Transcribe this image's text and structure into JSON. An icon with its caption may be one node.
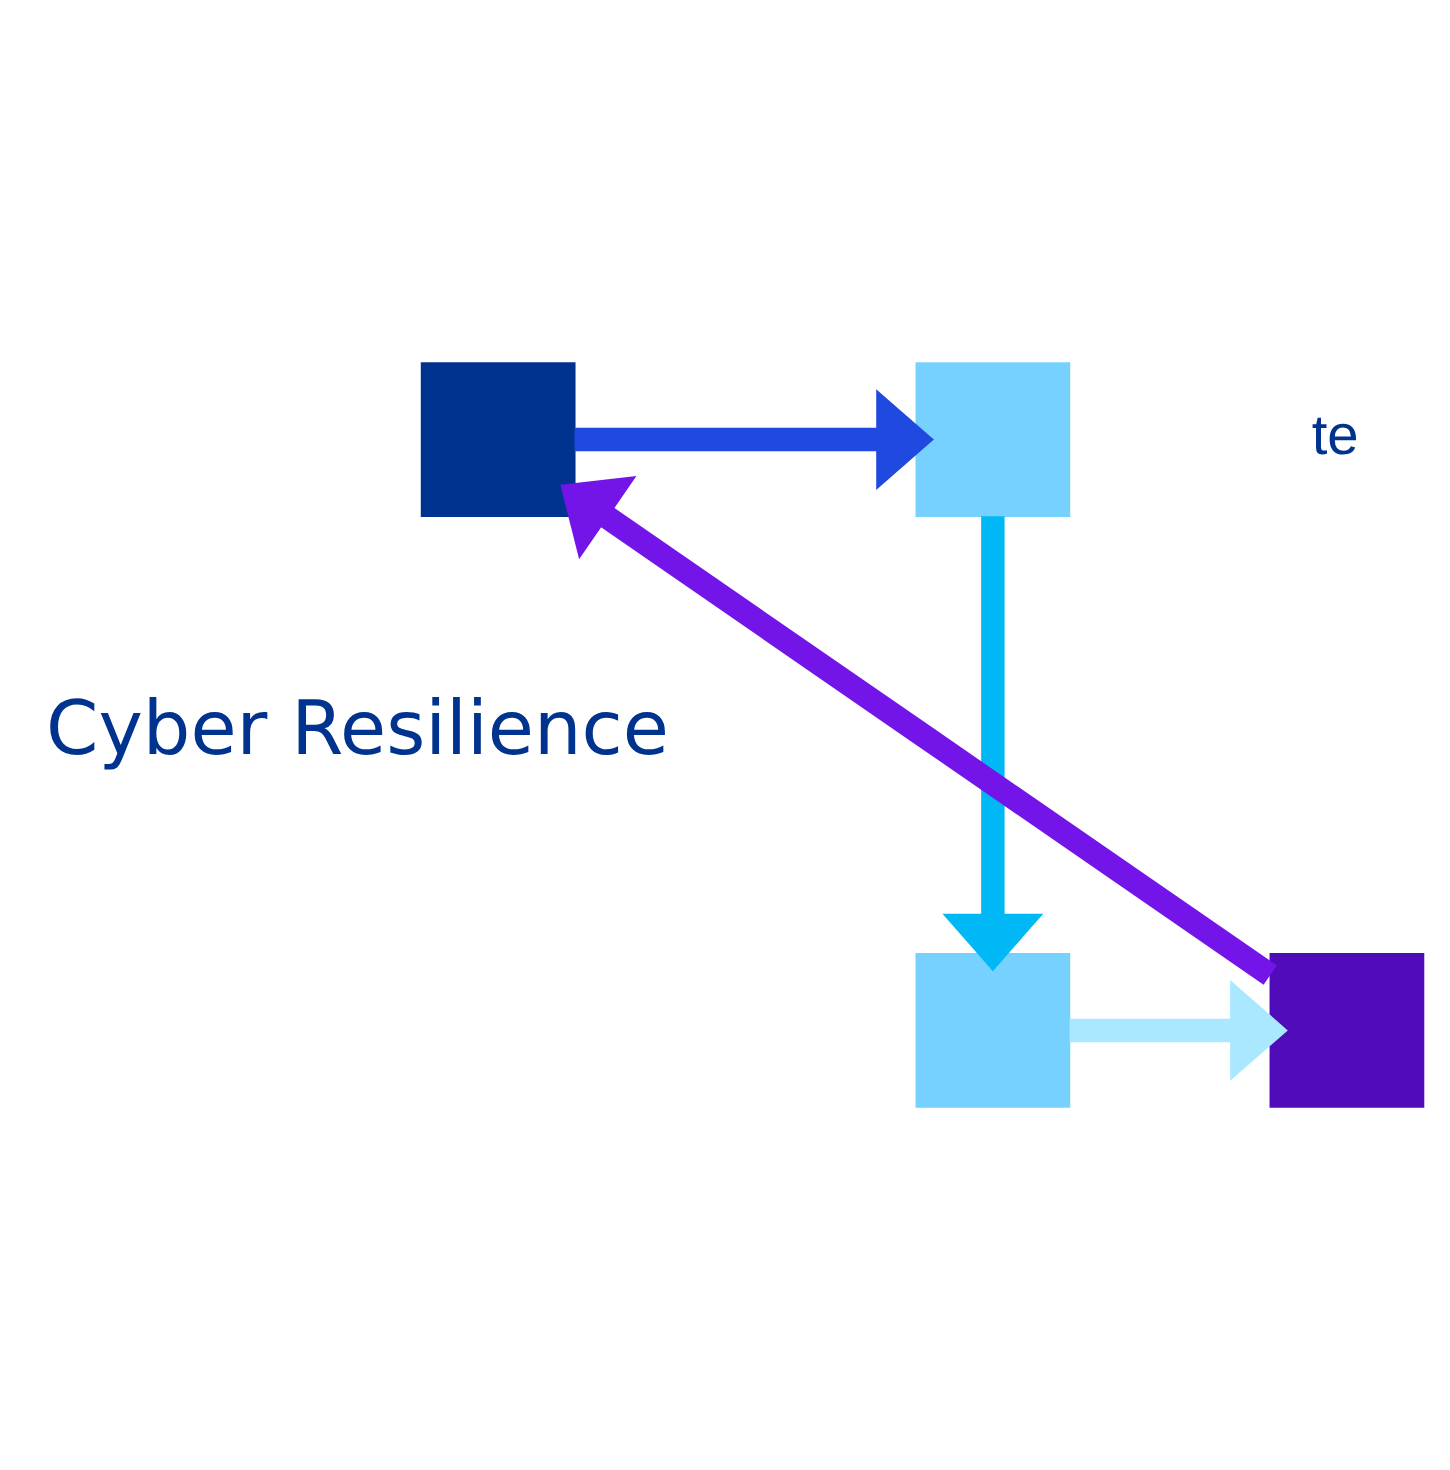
{
  "diagram": {
    "nodes": [
      {
        "text": [
          "Cyber Resilience"
        ]
      },
      {
        "text": [],
        "shape": "box"
      },
      {
        "text": [],
        "shape": "box"
      },
      {
        "text": [],
        "shape": "box"
      },
      {
        "text": [],
        "shape": "box"
      }
    ],
    "edges": [
      {
        "from": 1,
        "to": 2,
        "arrow": "to",
        "color": "#2049e0"
      },
      {
        "from": 2,
        "to": 3,
        "arrow": "to",
        "color": "#00b8f5"
      },
      {
        "from": 3,
        "to": 4,
        "arrow": "to",
        "color": "#aae8ff"
      },
      {
        "from": 4,
        "to": 1,
        "arrow": "to",
        "color": "#7314e8"
      }
    ],
    "labels": [
      "te"
    ]
  }
}
